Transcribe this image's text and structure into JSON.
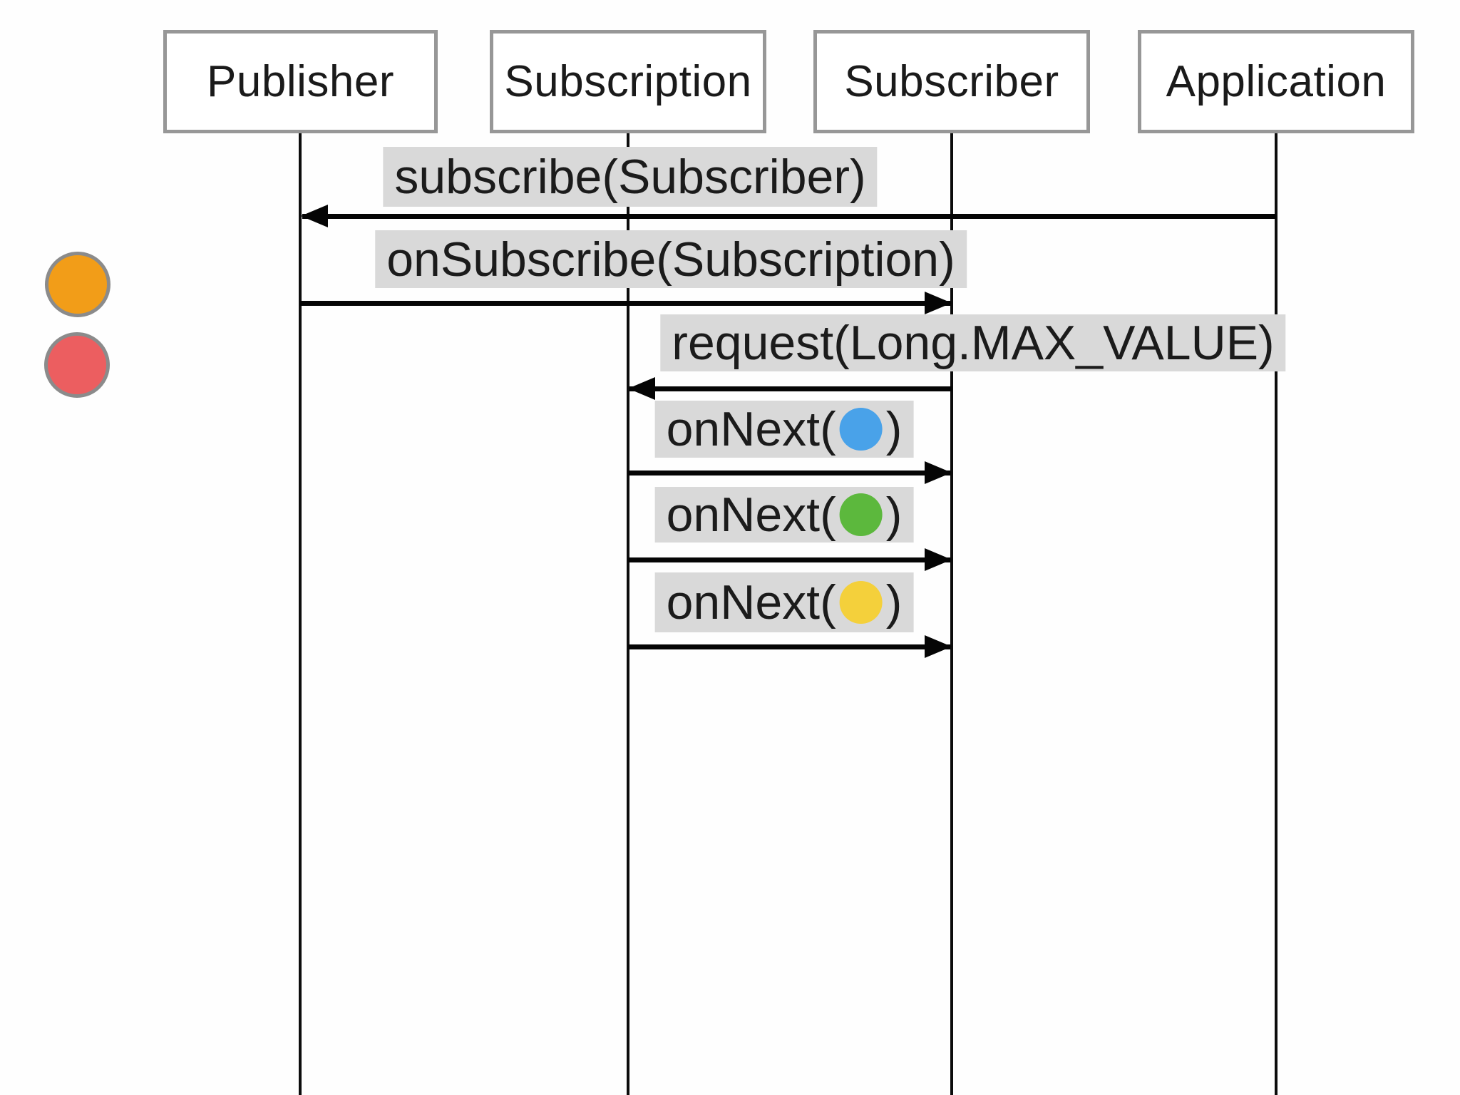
{
  "diagram_type": "sequence",
  "participants": [
    {
      "label": "Publisher"
    },
    {
      "label": "Subscription"
    },
    {
      "label": "Subscriber"
    },
    {
      "label": "Application"
    }
  ],
  "messages": [
    {
      "label": "subscribe(Subscriber)",
      "from": "Application",
      "to": "Publisher",
      "arrow_direction": "left"
    },
    {
      "label": "onSubscribe(Subscription)",
      "from": "Publisher",
      "to": "Subscriber",
      "arrow_direction": "right"
    },
    {
      "label": "request(Long.MAX_VALUE)",
      "from": "Subscriber",
      "to": "Subscription",
      "arrow_direction": "left"
    },
    {
      "label_prefix": "onNext(",
      "label_suffix": ")",
      "item": "blue-ball",
      "item_style": "background:#49a2e9",
      "from": "Subscription",
      "to": "Subscriber",
      "arrow_direction": "right"
    },
    {
      "label_prefix": "onNext(",
      "label_suffix": ")",
      "item": "green-ball",
      "item_style": "background:#5cb83d",
      "from": "Subscription",
      "to": "Subscriber",
      "arrow_direction": "right"
    },
    {
      "label_prefix": "onNext(",
      "label_suffix": ")",
      "item": "yellow-ball",
      "item_style": "background:#f4d03b",
      "from": "Subscription",
      "to": "Subscriber",
      "arrow_direction": "right"
    }
  ],
  "pending_items": [
    {
      "name": "orange-ball",
      "style": "background:#f29d18"
    },
    {
      "name": "red-ball",
      "style": "background:#ec5e60"
    }
  ],
  "colors": {
    "arrow": "#050505",
    "lifeline": "#0c0c0c",
    "label_background": "#d9d9d9",
    "box_border": "#979797",
    "pending_item_border": "#8b8b8b"
  }
}
